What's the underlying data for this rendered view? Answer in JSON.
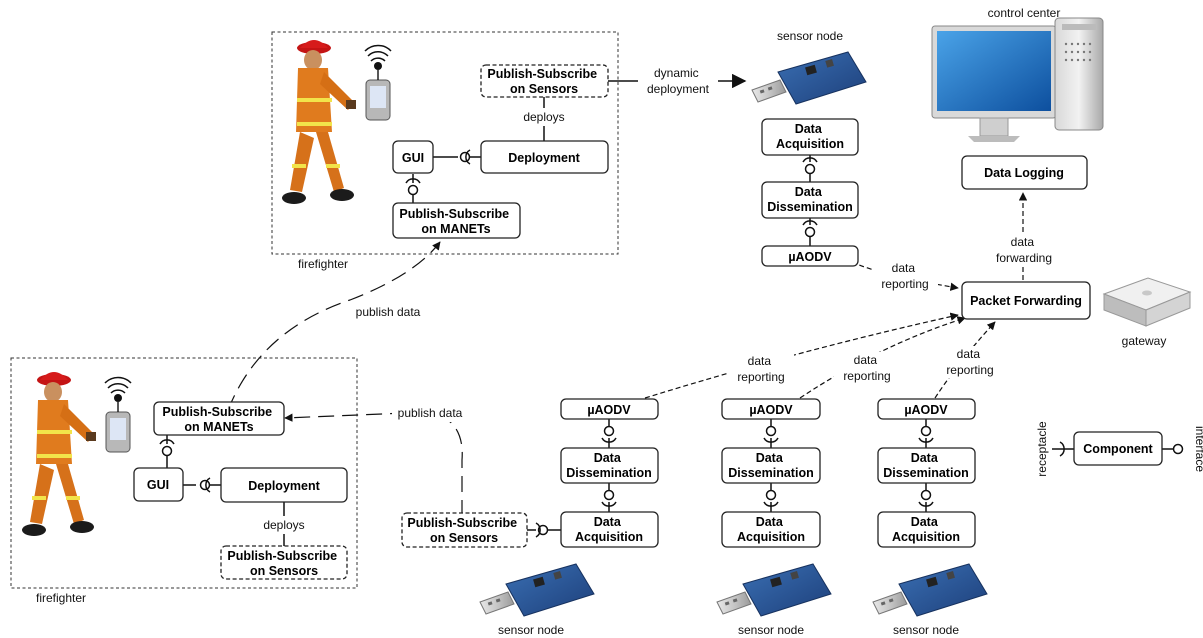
{
  "labels": {
    "firefighter_top": "firefighter",
    "firefighter_bottom": "firefighter",
    "sensor_node_top": "sensor node",
    "sensor_node_b1": "sensor node",
    "sensor_node_b2": "sensor node",
    "sensor_node_b3": "sensor node",
    "control_center": "control center",
    "gateway": "gateway",
    "receptacle": "receptacle",
    "interface": "interface"
  },
  "components": {
    "ps_sensors_top": [
      "Publish-Subscribe",
      "on Sensors"
    ],
    "deployment_top": [
      "Deployment"
    ],
    "gui_top": [
      "GUI"
    ],
    "ps_manets_top": [
      "Publish-Subscribe",
      "on MANETs"
    ],
    "ps_manets_bottom": [
      "Publish-Subscribe",
      "on MANETs"
    ],
    "gui_bottom": [
      "GUI"
    ],
    "deployment_bottom": [
      "Deployment"
    ],
    "ps_sensors_bottom": [
      "Publish-Subscribe",
      "on Sensors"
    ],
    "ps_sensors_mid": [
      "Publish-Subscribe",
      "on Sensors"
    ],
    "acq_top": [
      "Data",
      "Acquisition"
    ],
    "diss_top": [
      "Data",
      "Dissemination"
    ],
    "aodv_top": [
      "µAODV"
    ],
    "data_logging": [
      "Data Logging"
    ],
    "packet_forwarding": [
      "Packet Forwarding"
    ],
    "aodv_b1": [
      "µAODV"
    ],
    "diss_b1": [
      "Data",
      "Dissemination"
    ],
    "acq_b1": [
      "Data",
      "Acquisition"
    ],
    "aodv_b2": [
      "µAODV"
    ],
    "diss_b2": [
      "Data",
      "Dissemination"
    ],
    "acq_b2": [
      "Data",
      "Acquisition"
    ],
    "aodv_b3": [
      "µAODV"
    ],
    "diss_b3": [
      "Data",
      "Dissemination"
    ],
    "acq_b3": [
      "Data",
      "Acquisition"
    ],
    "legend_component": [
      "Component"
    ]
  },
  "edges": {
    "deploys_top": [
      "deploys"
    ],
    "deploys_bottom": [
      "deploys"
    ],
    "dynamic_deployment": [
      "dynamic",
      "deployment"
    ],
    "publish_data_1": [
      "publish data"
    ],
    "publish_data_2": [
      "publish data"
    ],
    "data_reporting_top": [
      "data",
      "reporting"
    ],
    "data_reporting_b1": [
      "data",
      "reporting"
    ],
    "data_reporting_b2": [
      "data",
      "reporting"
    ],
    "data_reporting_b3": [
      "data",
      "reporting"
    ],
    "data_forwarding": [
      "data",
      "forwarding"
    ]
  }
}
